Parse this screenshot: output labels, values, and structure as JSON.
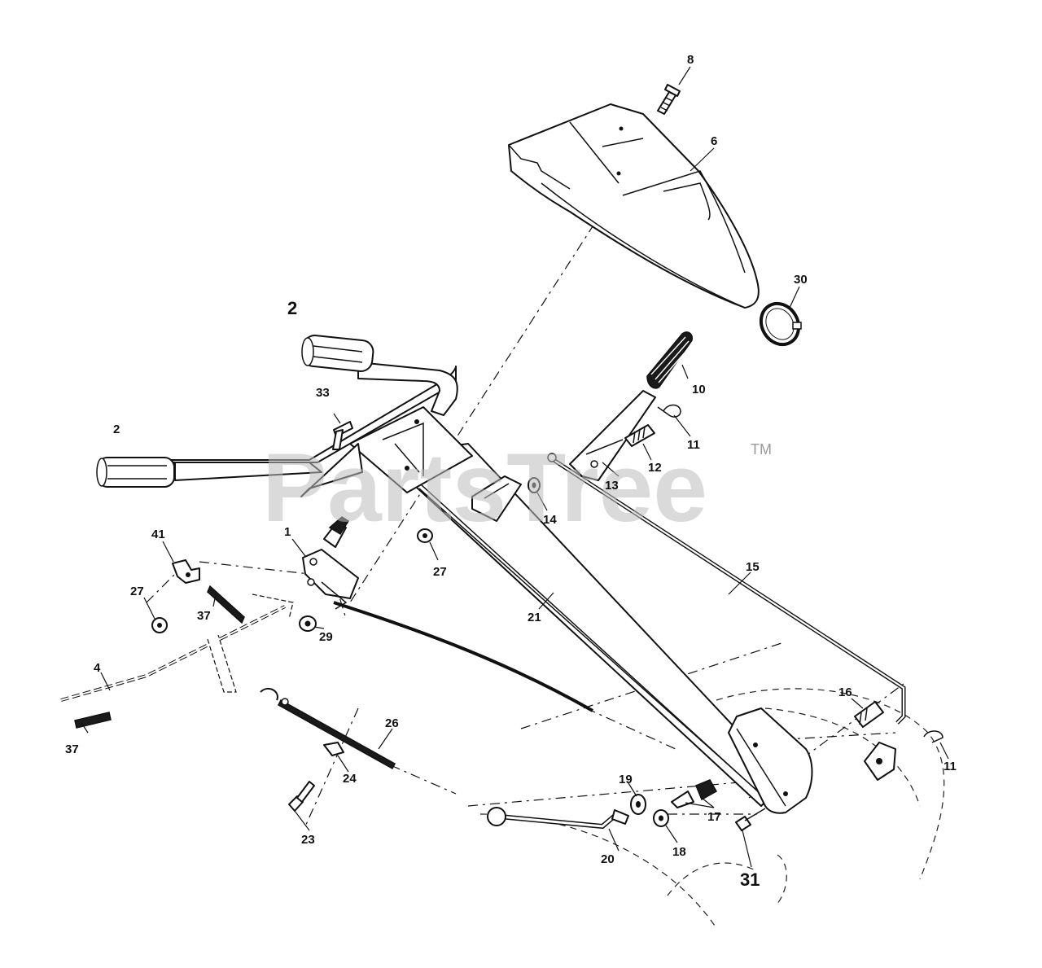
{
  "watermark": {
    "text": "PartsTree",
    "trademark": "TM"
  },
  "callouts": {
    "c8": "8",
    "c6": "6",
    "c30": "30",
    "c2a": "2",
    "c2b": "2",
    "c33": "33",
    "c10": "10",
    "c11a": "11",
    "c12": "12",
    "c13": "13",
    "c14": "14",
    "c41": "41",
    "c1": "1",
    "c27a": "27",
    "c27b": "27",
    "c37a": "37",
    "c29": "29",
    "c15": "15",
    "c21": "21",
    "c4": "4",
    "c37b": "37",
    "c26": "26",
    "c16": "16",
    "c11b": "11",
    "c24": "24",
    "c19": "19",
    "c17": "17",
    "c23": "23",
    "c20": "20",
    "c18": "18",
    "c31": "31"
  }
}
